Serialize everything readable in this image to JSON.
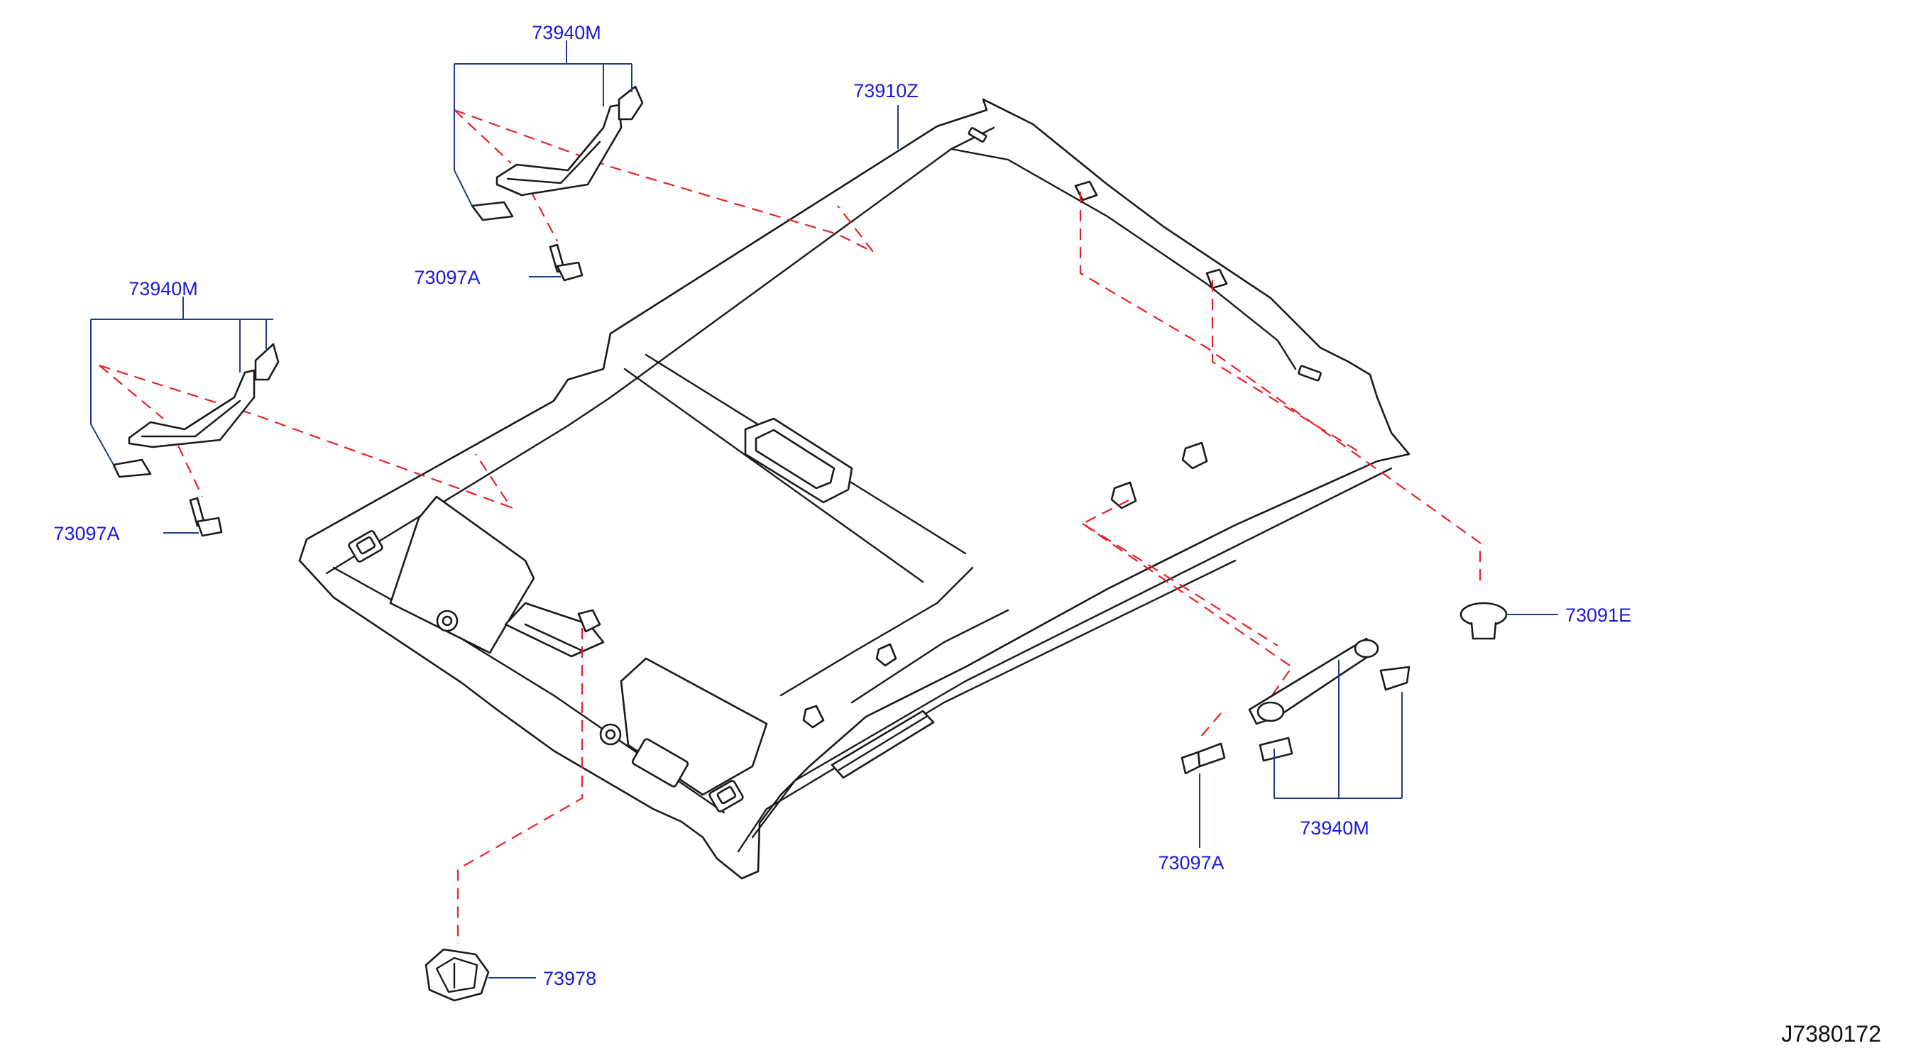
{
  "diagram": {
    "drawing_number": "J7380172",
    "callouts": {
      "headlining": "73910Z",
      "grip_front_left": "73940M",
      "grip_rear_left": "73940M",
      "grip_right": "73940M",
      "screw_front_left": "73097A",
      "screw_rear_left": "73097A",
      "screw_right": "73097A",
      "clip": "73091E",
      "lamp": "73978"
    },
    "colors": {
      "callout_text": "#1a1ad8",
      "leader_line": "#1f3c88",
      "dashed_guide": "#e8202a",
      "part_outline": "#1a1a1a"
    }
  }
}
